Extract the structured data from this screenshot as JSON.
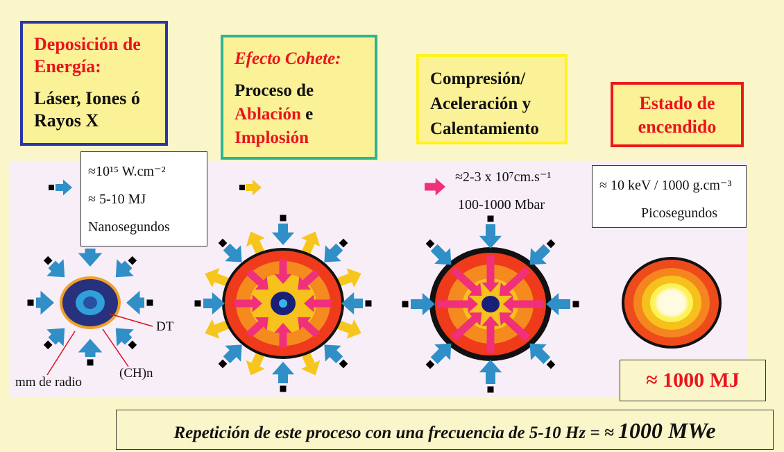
{
  "stage1": {
    "title_lines": [
      "Deposición de",
      "Energía:"
    ],
    "body_lines": [
      "Láser, Iones ó",
      "Rayos X"
    ],
    "params": [
      "≈10¹⁵ W.cm⁻²",
      "≈ 5-10 MJ",
      "Nanosegundos"
    ],
    "labels": {
      "dt": "DT",
      "ch": "(CH)n",
      "radius": "mm de radio"
    }
  },
  "stage2": {
    "title": "Efecto Cohete:",
    "line1": "Proceso de",
    "line2_red": "Ablación",
    "line2_rest": " e",
    "line3_red": "Implosión"
  },
  "stage3": {
    "lines": [
      "Compresión/",
      "Aceleración y",
      "Calentamiento"
    ],
    "params": [
      "≈2-3 x 10⁷cm.s⁻¹",
      "100-1000 Mbar"
    ]
  },
  "stage4": {
    "lines": [
      "Estado de",
      "encendido"
    ],
    "params": [
      "≈ 10 keV / 1000 g.cm⁻³",
      "Picosegundos"
    ],
    "energy": "≈ 1000 MJ"
  },
  "footer": {
    "text": "Repetición de este proceso con una frecuencia de 5-10 Hz = ≈ ",
    "result": "1000 MWe"
  },
  "colors": {
    "background": "#fbf6c9",
    "box_fill": "#fbf196",
    "laser_arrow": "#2f8fc6",
    "ablation_arrow": "#f7c61c",
    "implosion_arrow": "#f0307a",
    "title_red": "#e8141e"
  }
}
